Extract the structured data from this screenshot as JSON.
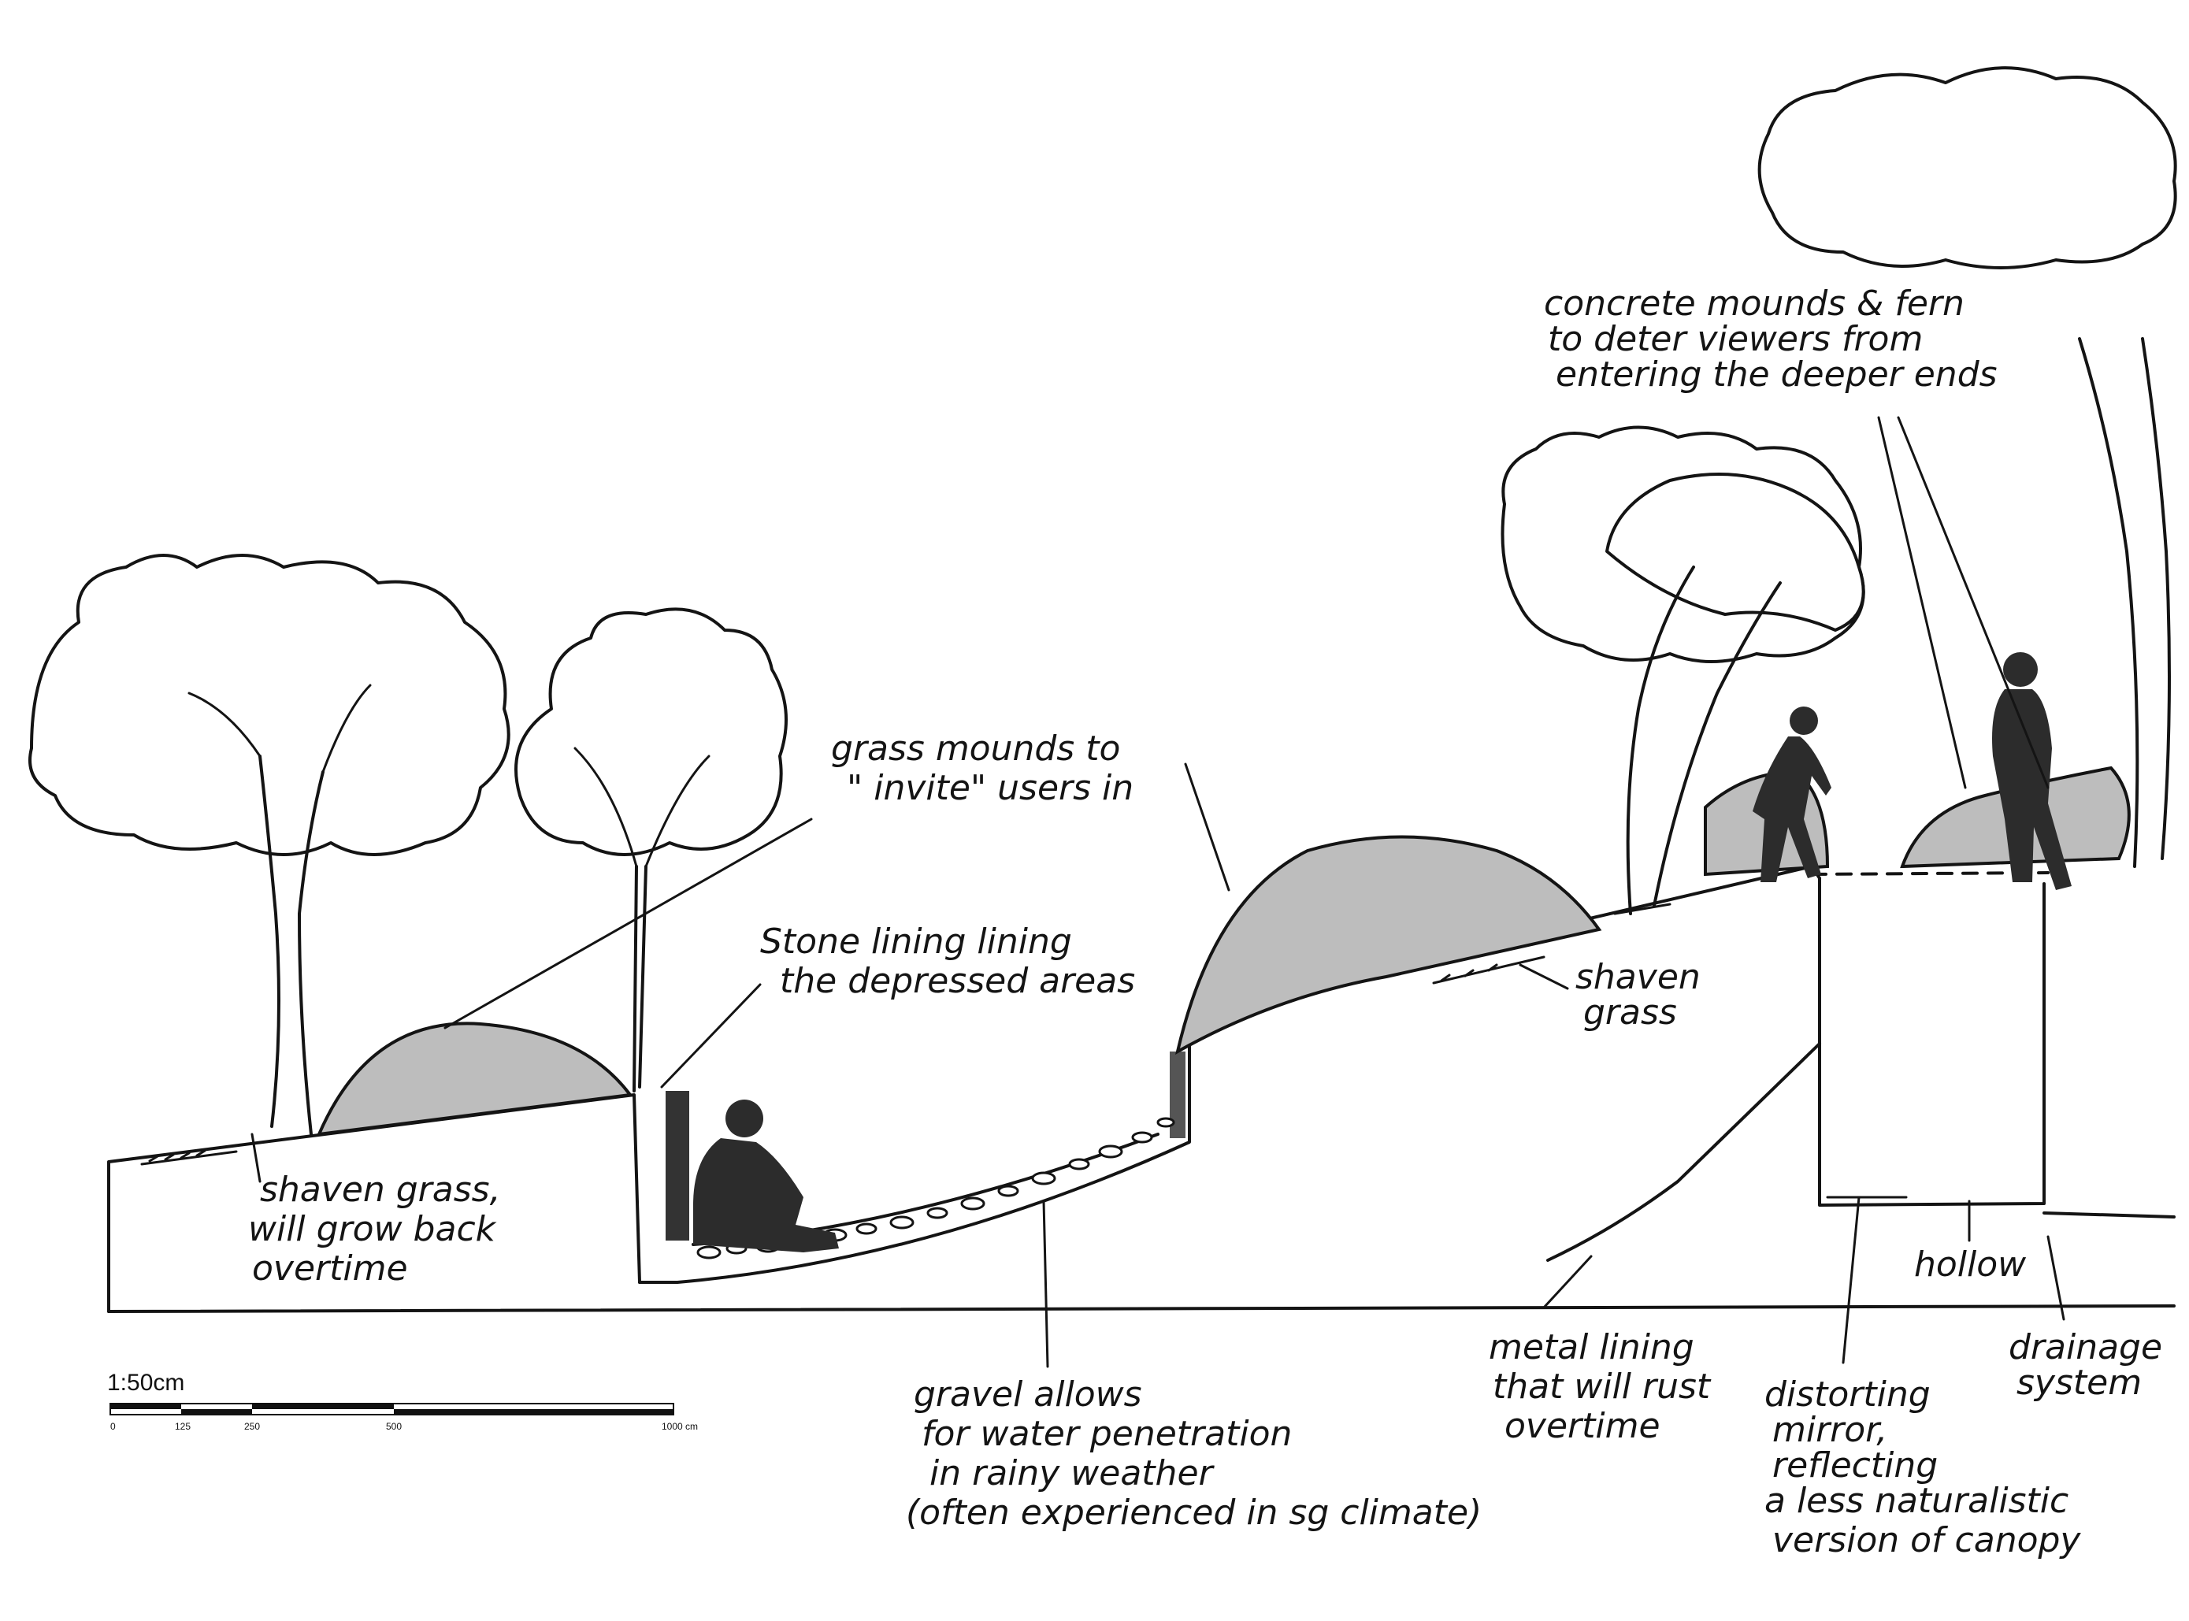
{
  "annotations": {
    "grass_mounds": [
      "grass mounds to",
      "\" invite\" users in"
    ],
    "stone_lining": [
      "Stone lining lining",
      "the depressed areas"
    ],
    "shaven_grass_left": [
      "shaven grass,",
      "will grow back",
      "overtime"
    ],
    "shaven_grass_right": [
      "shaven",
      "grass"
    ],
    "concrete_mounds": [
      "concrete mounds & fern",
      "to deter viewers from",
      "entering the deeper ends"
    ],
    "gravel": [
      "gravel allows",
      "for water penetration",
      "in rainy weather",
      "(often experienced in sg climate)"
    ],
    "metal_lining": [
      "metal lining",
      "that will rust",
      "overtime"
    ],
    "mirror": [
      "distorting",
      "mirror,",
      "reflecting",
      "a less naturalistic",
      "version of canopy"
    ],
    "hollow": "hollow",
    "drainage": [
      "drainage",
      "system"
    ]
  },
  "scale_bar": {
    "label": "1:50cm",
    "ticks": [
      "0",
      "125",
      "250",
      "500",
      "1000 cm"
    ]
  }
}
